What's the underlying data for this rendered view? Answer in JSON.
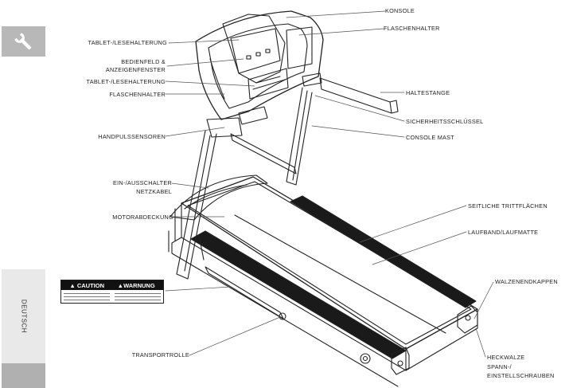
{
  "side_tab": {
    "language": "DEUTSCH",
    "icon": "wrench-icon"
  },
  "caution": {
    "caution_label": "▲ CAUTION",
    "warning_label": "▲WARNUNG"
  },
  "labels": {
    "konsole": "KONSOLE",
    "flaschenhalter_top": "FLASCHENHALTER",
    "tablet_top": "TABLET-/LESEHALTERUNG",
    "bedienfeld_line1": "BEDIENFELD &",
    "bedienfeld_line2": "ANZEIGENFENSTER",
    "tablet_mid": "TABLET-/LESEHALTERUNG",
    "flaschenhalter_left": "FLASCHENHALTER",
    "haltestange": "HALTESTANGE",
    "sicherheit": "SICHERHEITSSCHLÜSSEL",
    "console_mast": "CONSOLE MAST",
    "handpuls": "HANDPULSSENSOREN",
    "schalter": "EIN-/AUSSCHALTER",
    "netzkabel": "NETZKABEL",
    "motor": "MOTORABDECKUNG",
    "tritt": "SEITLICHE TRITTFLÄCHEN",
    "laufband": "LAUFBAND/LAUFMATTE",
    "walzen": "WALZENENDKAPPEN",
    "transport": "TRANSPORTROLLE",
    "heckwalze": "HECKWALZE",
    "spann": "SPANN-/",
    "einstell": "EINSTELLSCHRAUBEN"
  }
}
